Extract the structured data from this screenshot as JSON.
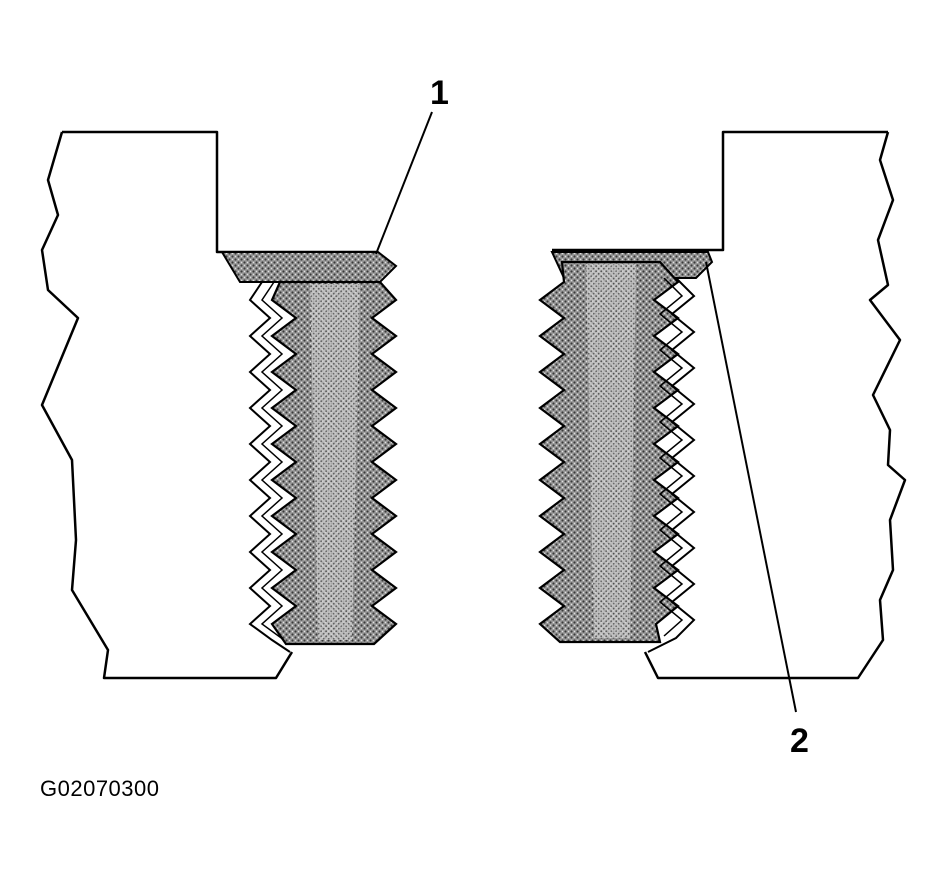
{
  "callouts": {
    "one": "1",
    "two": "2"
  },
  "figure_code": "G02070300",
  "colors": {
    "line": "#000000",
    "background": "#ffffff",
    "fill_dark": "#2b2b2b",
    "fill_mid": "#8a8a8a",
    "fill_light": "#d0d0d0"
  }
}
